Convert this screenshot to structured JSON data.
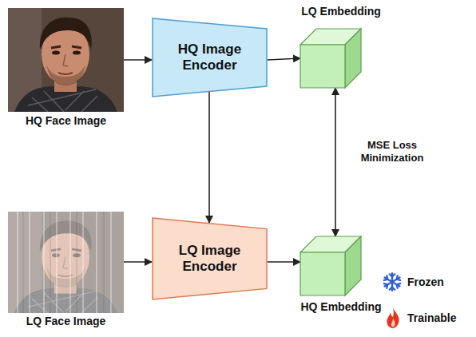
{
  "diagram": {
    "nodes": [
      {
        "text": [
          "HQ Face Image"
        ]
      },
      {
        "text": [
          "HQ Image Encoder"
        ]
      },
      {
        "text": [
          "LQ Embedding"
        ]
      },
      {
        "text": [
          "LQ Face Image"
        ]
      },
      {
        "text": [
          "LQ Image Encoder"
        ]
      },
      {
        "text": [
          "HQ Embedding"
        ]
      }
    ],
    "edges": [
      {
        "from": 0,
        "to": 1,
        "arrow": "to"
      },
      {
        "from": 1,
        "to": 2,
        "arrow": "to"
      },
      {
        "from": 1,
        "to": 4,
        "arrow": "to"
      },
      {
        "from": 3,
        "to": 4,
        "arrow": "to"
      },
      {
        "from": 4,
        "to": 5,
        "arrow": "to"
      },
      {
        "from": 2,
        "to": 5,
        "label": "MSE Loss Minimization",
        "arrow": "both"
      }
    ],
    "legend": [
      {
        "text": "Frozen"
      },
      {
        "text": "Trainable"
      }
    ]
  }
}
